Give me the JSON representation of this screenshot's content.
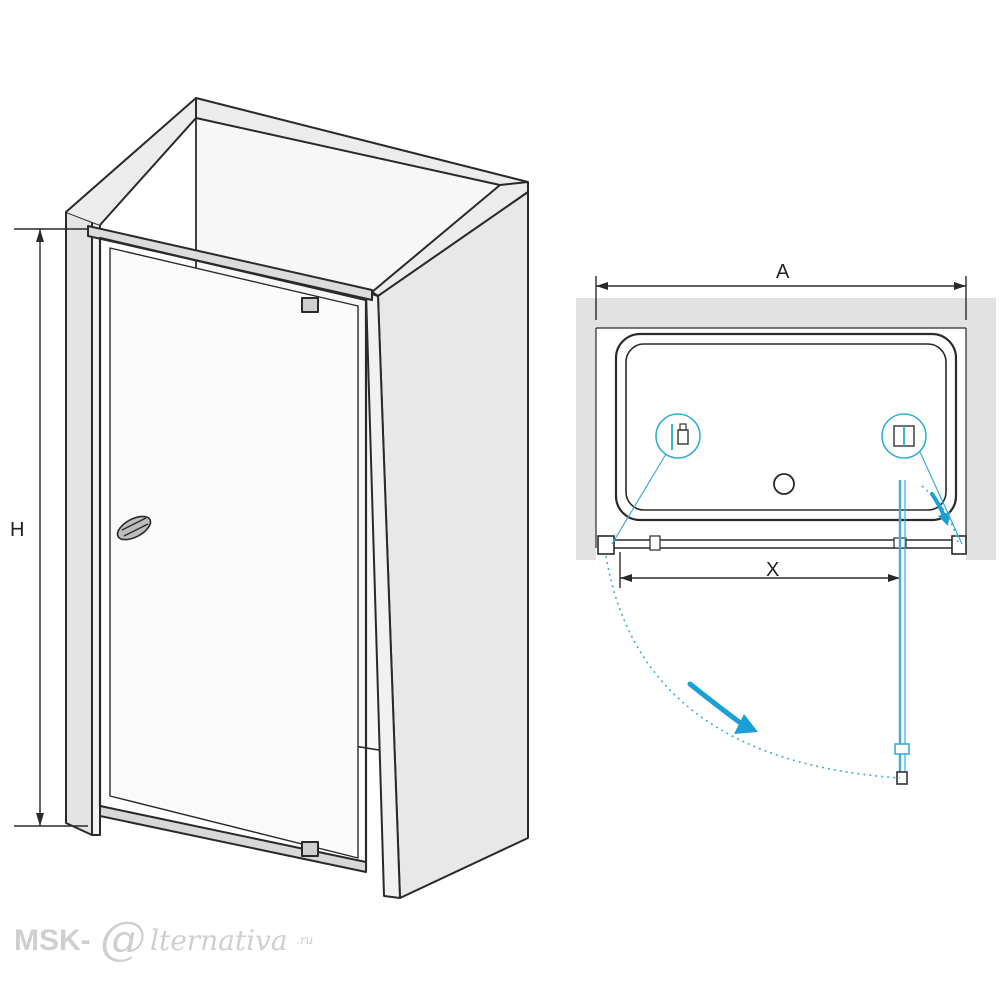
{
  "diagram": {
    "perspective_view": {
      "height_label": "H"
    },
    "plan_view": {
      "width_label": "A",
      "opening_label": "X"
    }
  },
  "watermark": {
    "prefix": "MSK-",
    "at_glyph": "@",
    "suffix": "lternativa",
    "tld": ".ru"
  },
  "colors": {
    "line": "#2a2a2a",
    "wall": "#e2e2e2",
    "glass": "#3aaed8",
    "arrow": "#1a9fd6",
    "watermark": "#cfcfcf"
  }
}
